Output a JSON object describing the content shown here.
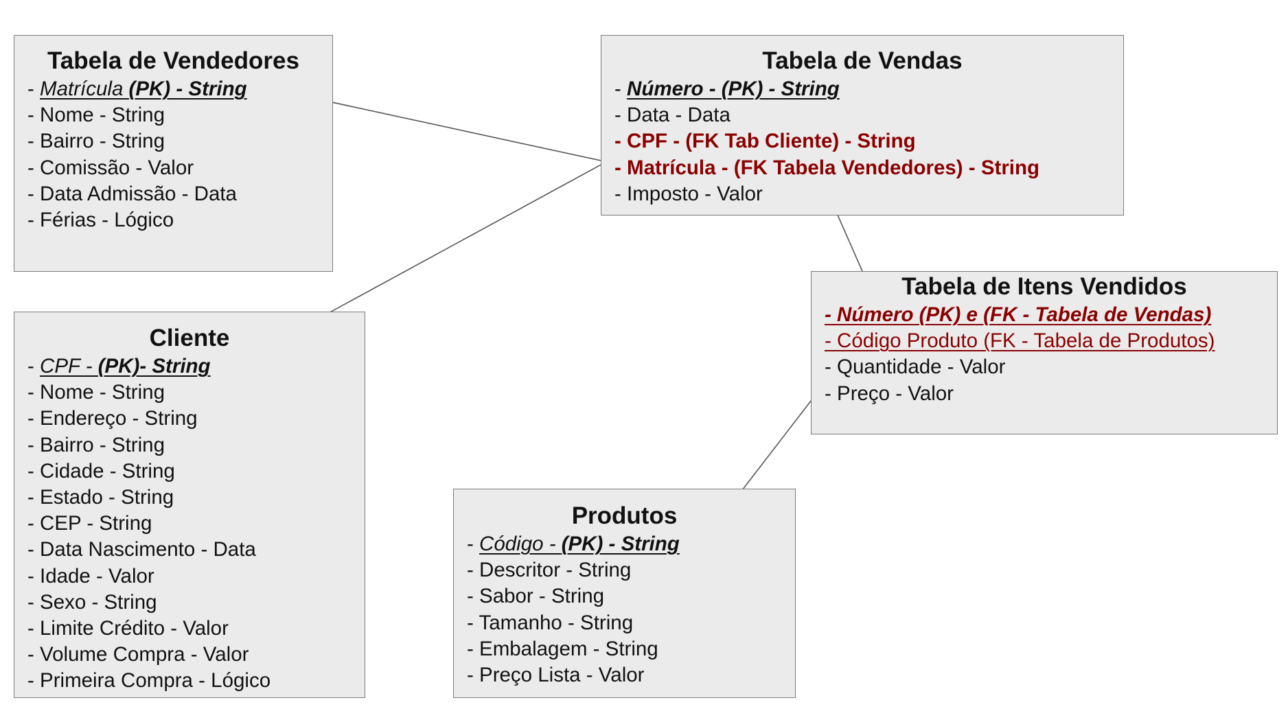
{
  "tables": {
    "vendedores": {
      "title": "Tabela de Vendedores",
      "fields": {
        "matricula": {
          "dash": "- ",
          "name": "Matrícula",
          "rest": " (PK) - String"
        },
        "nome": "- Nome - String",
        "bairro": "- Bairro - String",
        "comissao": "- Comissão - Valor",
        "data_admissao": "- Data Admissão - Data",
        "ferias": "- Férias - Lógico"
      }
    },
    "vendas": {
      "title": "Tabela de Vendas",
      "fields": {
        "numero": {
          "dash": "- ",
          "text": "Número - (PK) - String"
        },
        "data": "- Data - Data",
        "cpf": "- CPF - (FK Tab Cliente) - String",
        "matricula": "- Matrícula -  (FK Tabela Vendedores) - String",
        "imposto": "- Imposto - Valor"
      }
    },
    "itens_vendidos": {
      "title": "Tabela de Itens Vendidos",
      "fields": {
        "numero": "- Número (PK) e (FK - Tabela de Vendas)",
        "codigo_produto": "- Código Produto (FK - Tabela de Produtos)",
        "quantidade": "- Quantidade - Valor",
        "preco": "- Preço - Valor"
      }
    },
    "cliente": {
      "title": "Cliente",
      "fields": {
        "cpf": {
          "dash": "- ",
          "name": "CPF - ",
          "rest": "(PK)- String"
        },
        "nome": "- Nome - String",
        "endereco": "- Endereço - String",
        "bairro": "- Bairro - String",
        "cidade": "- Cidade - String",
        "estado": "- Estado - String",
        "cep": "- CEP - String",
        "data_nascimento": "- Data Nascimento - Data",
        "idade": "- Idade - Valor",
        "sexo": "- Sexo - String",
        "limite_credito": "- Limite Crédito - Valor",
        "volume_compra": "- Volume Compra - Valor",
        "primeira_compra": "- Primeira Compra - Lógico"
      }
    },
    "produtos": {
      "title": "Produtos",
      "fields": {
        "codigo": {
          "dash": "- ",
          "name": "Código - ",
          "rest": "(PK) - String"
        },
        "descritor": "- Descritor - String",
        "sabor": "- Sabor - String",
        "tamanho": "- Tamanho - String",
        "embalagem": "- Embalagem - String",
        "preco_lista": "- Preço Lista - Valor"
      }
    }
  },
  "colors": {
    "box_fill": "#ebebeb",
    "box_border": "#7a7a7a",
    "foreign_key": "#8b0000",
    "connector": "#555555"
  }
}
